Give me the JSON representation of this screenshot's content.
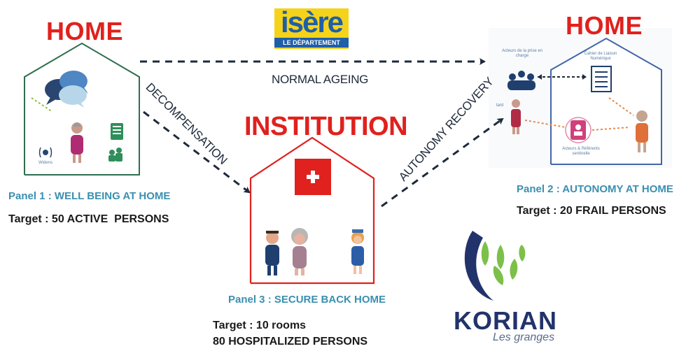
{
  "logos": {
    "isere": {
      "word": "isère",
      "sub": "LE DÉPARTEMENT"
    },
    "korian": {
      "word": "KORIAN",
      "sub": "Les granges"
    }
  },
  "homes": {
    "left_title": "HOME",
    "right_title": "HOME",
    "institution_title": "INSTITUTION"
  },
  "flows": {
    "normal_ageing": "NORMAL AGEING",
    "decompensation": "DECOMPENSATION",
    "autonomy_recovery": "AUTONOMY RECOVERY"
  },
  "panels": {
    "panel1": {
      "label": "Panel 1 : WELL BEING AT HOME",
      "target": "Target : 50 ACTIVE  PERSONS"
    },
    "panel2": {
      "label": "Panel 2 : AUTONOMY AT HOME",
      "target": "Target : 20 FRAIL PERSONS"
    },
    "panel3": {
      "label": "Panel 3 : SECURE BACK HOME",
      "target_line1": "Target : 10 rooms",
      "target_line2": "80 HOSPITALIZED PERSONS"
    }
  },
  "small_labels": {
    "acteurs_prise": "Acteurs de la prise en charge",
    "cahier": "Cahier de Liaison Numérique",
    "acteurs_ref": "Acteurs & Référents sentinelle",
    "wideo": "Widens",
    "patient": "tard"
  },
  "colors": {
    "red": "#e0211d",
    "panel_blue": "#3a8fb0",
    "arrow_navy": "#1e2a3a",
    "left_house": "#2e6e4f",
    "right_house": "#4466a8",
    "isere_yellow": "#f5d31a",
    "isere_blue": "#1f5fa8",
    "korian_navy": "#22336b",
    "korian_green": "#7cc04a"
  }
}
